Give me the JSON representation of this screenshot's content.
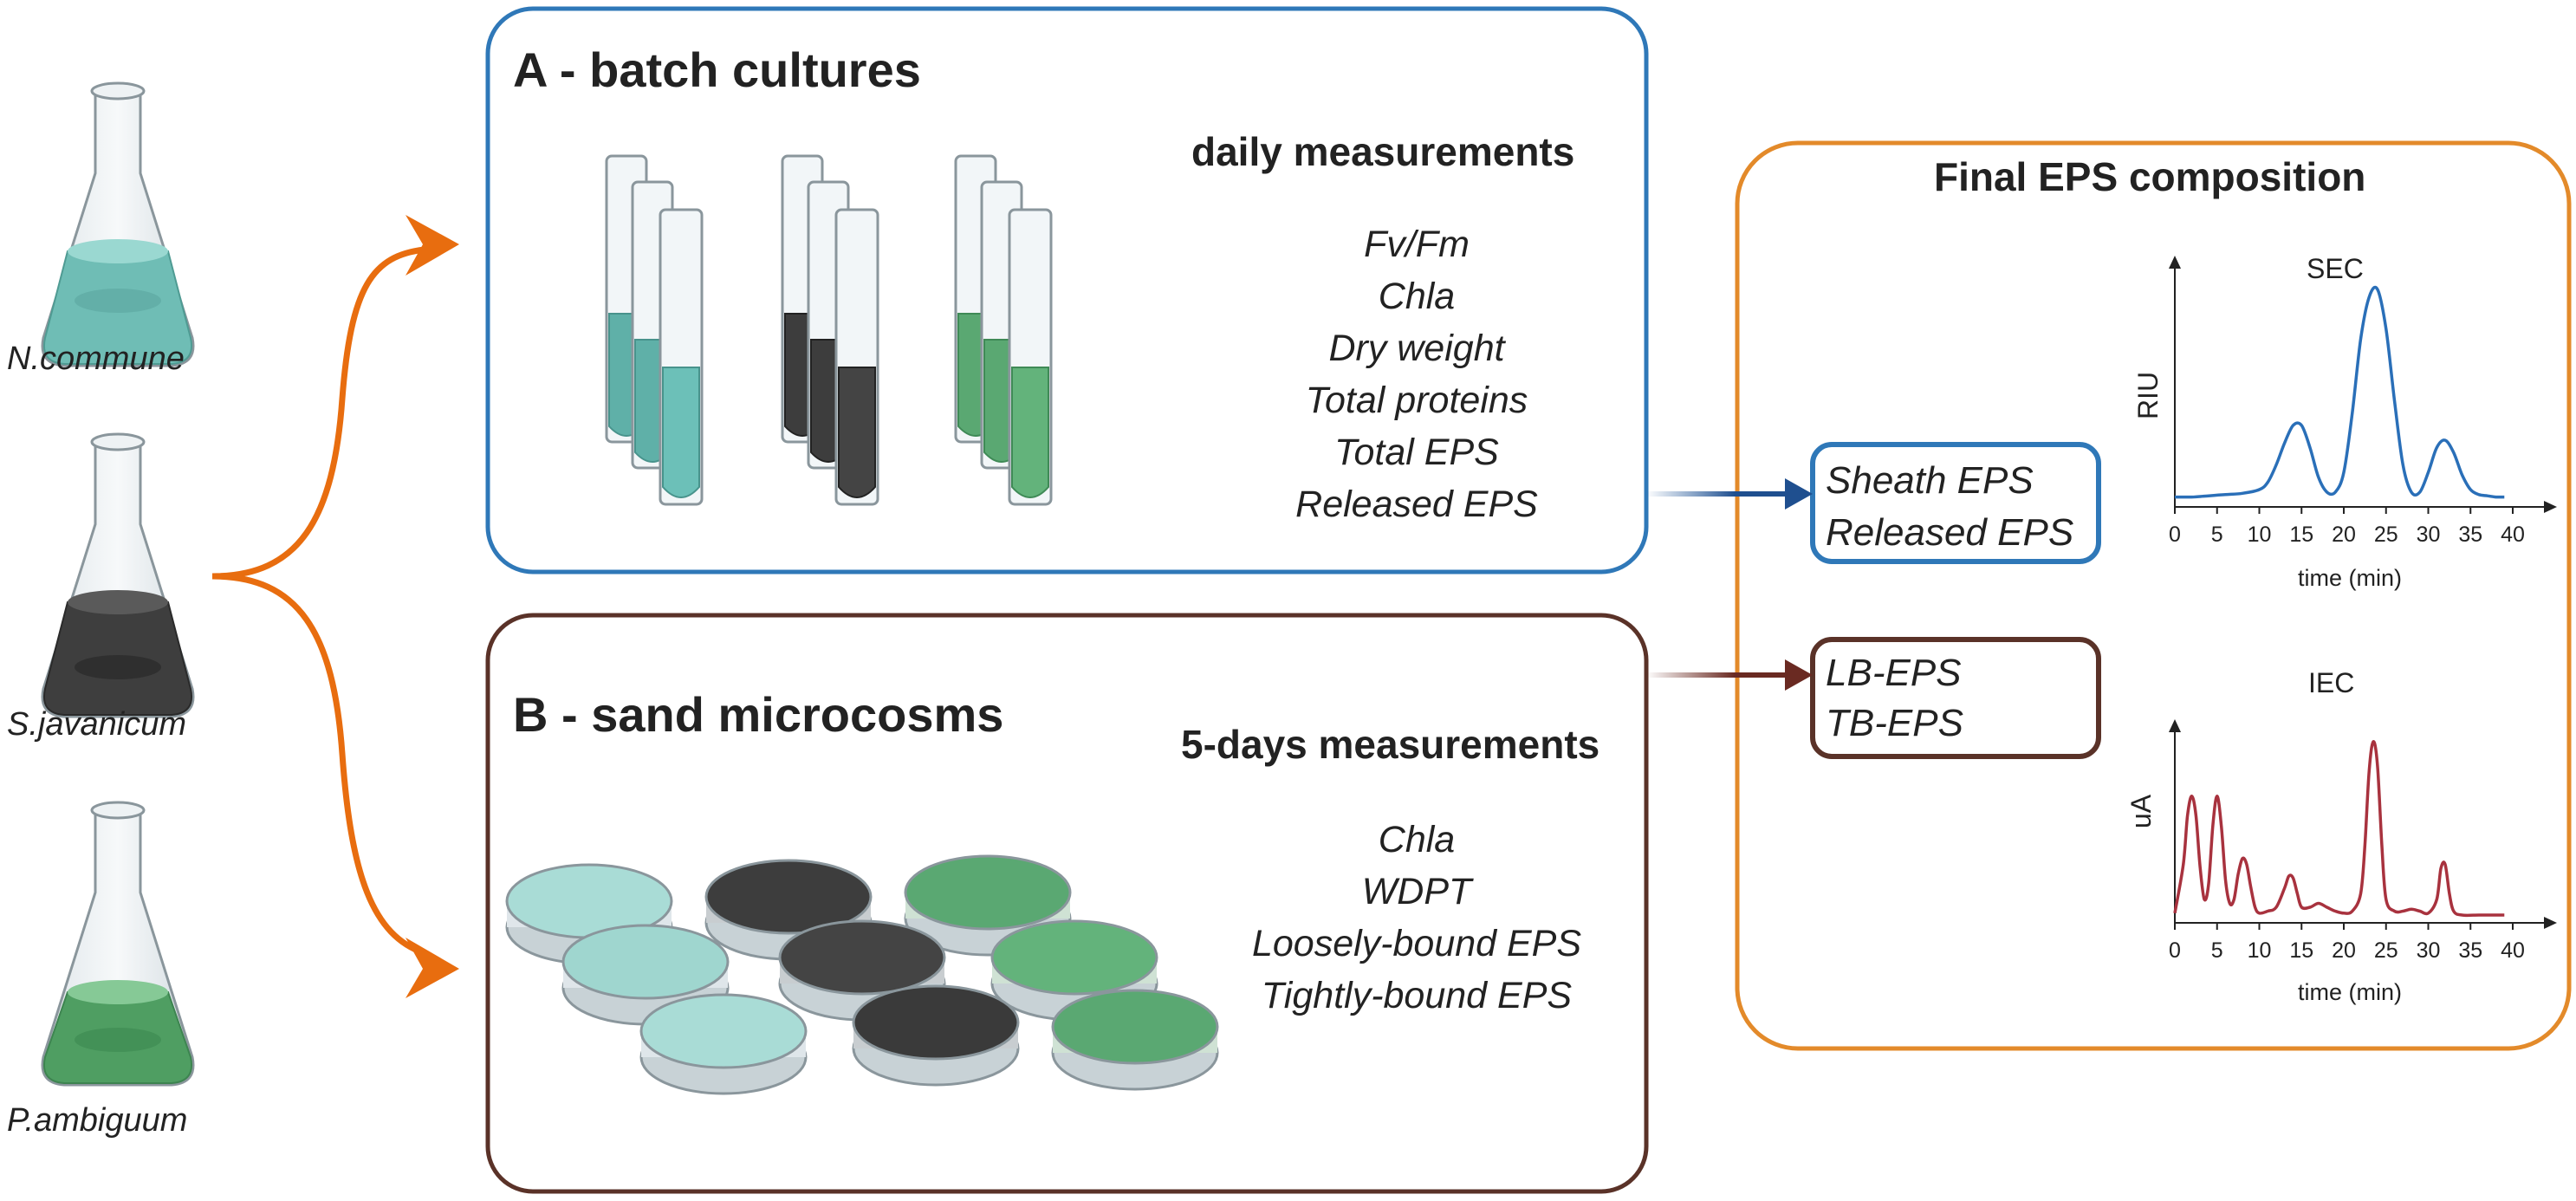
{
  "species": [
    "N.commune",
    "S.javanicum",
    "P.ambiguum"
  ],
  "colors": {
    "nostoc": "#7fc7bf",
    "scytonema": "#3d3d3d",
    "phormidium": "#5aa872",
    "blue_box": "#2f78b8",
    "brown_box": "#5a3228",
    "orange_box": "#e38a2a",
    "orange_arrow": "#e86d0f",
    "sec_line": "#2a6fb8",
    "iec_line": "#a8323e"
  },
  "panel_a": {
    "title": "A - batch cultures",
    "subtitle": "daily measurements",
    "measurements": [
      "Fv/Fm",
      "Chla",
      "Dry weight",
      "Total proteins",
      "Total EPS",
      "Released EPS"
    ]
  },
  "panel_b": {
    "title": "B - sand microcosms",
    "subtitle": "5-days measurements",
    "measurements": [
      "Chla",
      "WDPT",
      "Loosely-bound EPS",
      "Tightly-bound  EPS"
    ]
  },
  "final": {
    "title": "Final EPS composition",
    "box_a": [
      "Sheath EPS",
      "Released EPS"
    ],
    "box_b": [
      "LB-EPS",
      "TB-EPS"
    ]
  },
  "chart_data": [
    {
      "type": "line",
      "title": "SEC",
      "xlabel": "time (min)",
      "ylabel": "RIU",
      "xticks": [
        "0",
        "5",
        "10",
        "15",
        "20",
        "25",
        "30",
        "35",
        "40"
      ],
      "xlim": [
        0,
        40
      ],
      "ylim": [
        0,
        1
      ],
      "x": [
        0,
        2,
        4,
        6,
        8,
        10,
        11,
        12,
        13,
        14,
        15,
        16,
        17,
        18,
        19,
        20,
        21,
        22,
        23,
        24,
        25,
        26,
        27,
        28,
        29,
        30,
        31,
        32,
        33,
        34,
        35,
        36,
        37,
        38,
        39
      ],
      "y": [
        0.04,
        0.04,
        0.045,
        0.05,
        0.055,
        0.07,
        0.1,
        0.17,
        0.26,
        0.33,
        0.33,
        0.24,
        0.12,
        0.06,
        0.06,
        0.14,
        0.38,
        0.68,
        0.85,
        0.88,
        0.72,
        0.43,
        0.17,
        0.06,
        0.06,
        0.14,
        0.24,
        0.27,
        0.22,
        0.13,
        0.07,
        0.05,
        0.045,
        0.04,
        0.04
      ]
    },
    {
      "type": "line",
      "title": "IEC",
      "xlabel": "time (min)",
      "ylabel": "uA",
      "xticks": [
        "0",
        "5",
        "10",
        "15",
        "20",
        "25",
        "30",
        "35",
        "40"
      ],
      "xlim": [
        0,
        40
      ],
      "ylim": [
        0,
        1
      ],
      "x": [
        0,
        1,
        1.5,
        2,
        2.5,
        3,
        3.5,
        4,
        4.5,
        5,
        5.5,
        6,
        6.5,
        7,
        7.5,
        8,
        8.5,
        9,
        9.5,
        10,
        11,
        12,
        13,
        13.5,
        14,
        14.5,
        15,
        16,
        17,
        18,
        19,
        20,
        21,
        22,
        22.5,
        23,
        23.5,
        24,
        24.5,
        25,
        26,
        27,
        28,
        29,
        30,
        31,
        31.5,
        32,
        32.5,
        33,
        34,
        36,
        38,
        39
      ],
      "y": [
        0.05,
        0.3,
        0.55,
        0.65,
        0.55,
        0.28,
        0.12,
        0.2,
        0.5,
        0.65,
        0.5,
        0.22,
        0.1,
        0.12,
        0.25,
        0.33,
        0.3,
        0.18,
        0.08,
        0.05,
        0.06,
        0.08,
        0.18,
        0.24,
        0.23,
        0.15,
        0.08,
        0.08,
        0.1,
        0.08,
        0.06,
        0.05,
        0.06,
        0.15,
        0.4,
        0.78,
        0.93,
        0.8,
        0.4,
        0.12,
        0.06,
        0.06,
        0.07,
        0.06,
        0.05,
        0.12,
        0.28,
        0.3,
        0.15,
        0.06,
        0.04,
        0.04,
        0.04,
        0.04
      ]
    }
  ]
}
